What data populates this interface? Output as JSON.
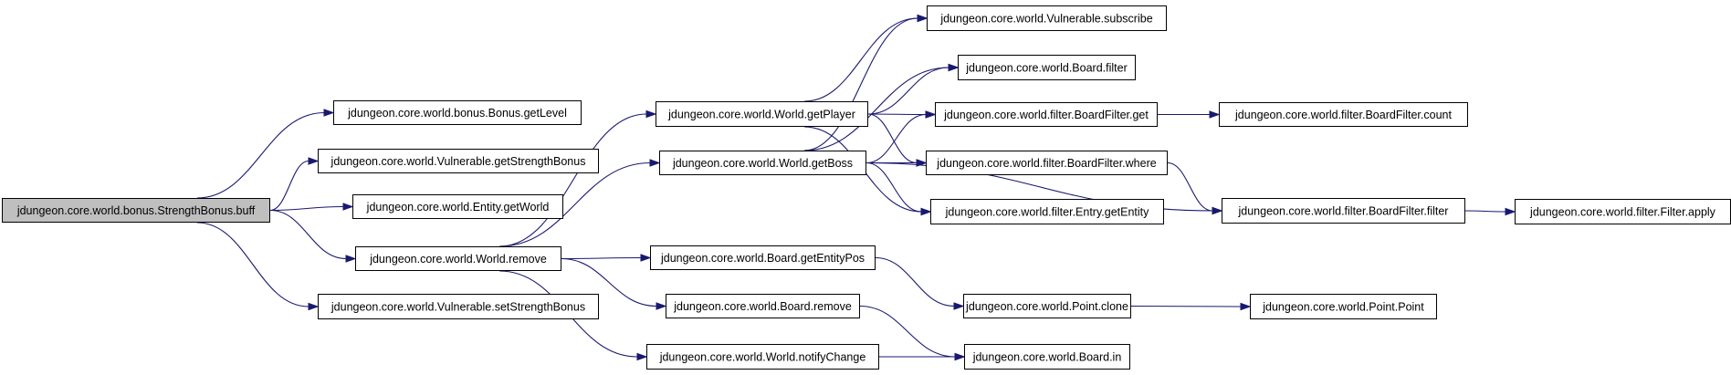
{
  "colors": {
    "node_fill": "#ffffff",
    "root_fill": "#bfbfbf",
    "border": "#000000",
    "edge": "#191970"
  },
  "nodes": [
    {
      "id": "root",
      "label": "jdungeon.core.world.bonus.StrengthBonus.buff",
      "root": true
    },
    {
      "id": "getLevel",
      "label": "jdungeon.core.world.bonus.Bonus.getLevel"
    },
    {
      "id": "getStrengthBonus",
      "label": "jdungeon.core.world.Vulnerable.getStrengthBonus"
    },
    {
      "id": "getWorld",
      "label": "jdungeon.core.world.Entity.getWorld"
    },
    {
      "id": "worldRemove",
      "label": "jdungeon.core.world.World.remove"
    },
    {
      "id": "setStrengthBonus",
      "label": "jdungeon.core.world.Vulnerable.setStrengthBonus"
    },
    {
      "id": "getPlayer",
      "label": "jdungeon.core.world.World.getPlayer"
    },
    {
      "id": "getBoss",
      "label": "jdungeon.core.world.World.getBoss"
    },
    {
      "id": "getEntityPos",
      "label": "jdungeon.core.world.Board.getEntityPos"
    },
    {
      "id": "boardRemove",
      "label": "jdungeon.core.world.Board.remove"
    },
    {
      "id": "notifyChange",
      "label": "jdungeon.core.world.World.notifyChange"
    },
    {
      "id": "subscribe",
      "label": "jdungeon.core.world.Vulnerable.subscribe"
    },
    {
      "id": "boardFilter",
      "label": "jdungeon.core.world.Board.filter"
    },
    {
      "id": "bfGet",
      "label": "jdungeon.core.world.filter.BoardFilter.get"
    },
    {
      "id": "bfWhere",
      "label": "jdungeon.core.world.filter.BoardFilter.where"
    },
    {
      "id": "entryGetEntity",
      "label": "jdungeon.core.world.filter.Entry.getEntity"
    },
    {
      "id": "pointClone",
      "label": "jdungeon.core.world.Point.clone"
    },
    {
      "id": "boardIn",
      "label": "jdungeon.core.world.Board.in"
    },
    {
      "id": "bfCount",
      "label": "jdungeon.core.world.filter.BoardFilter.count"
    },
    {
      "id": "bfFilter",
      "label": "jdungeon.core.world.filter.BoardFilter.filter"
    },
    {
      "id": "pointPoint",
      "label": "jdungeon.core.world.Point.Point"
    },
    {
      "id": "filterApply",
      "label": "jdungeon.core.world.filter.Filter.apply"
    }
  ],
  "edges": [
    [
      "root",
      "getLevel"
    ],
    [
      "root",
      "getStrengthBonus"
    ],
    [
      "root",
      "getWorld"
    ],
    [
      "root",
      "worldRemove"
    ],
    [
      "root",
      "setStrengthBonus"
    ],
    [
      "worldRemove",
      "getPlayer"
    ],
    [
      "worldRemove",
      "getBoss"
    ],
    [
      "worldRemove",
      "getEntityPos"
    ],
    [
      "worldRemove",
      "boardRemove"
    ],
    [
      "worldRemove",
      "notifyChange"
    ],
    [
      "getPlayer",
      "subscribe"
    ],
    [
      "getPlayer",
      "boardFilter"
    ],
    [
      "getPlayer",
      "bfGet"
    ],
    [
      "getPlayer",
      "bfWhere"
    ],
    [
      "getPlayer",
      "entryGetEntity"
    ],
    [
      "getBoss",
      "subscribe"
    ],
    [
      "getBoss",
      "boardFilter"
    ],
    [
      "getBoss",
      "bfGet"
    ],
    [
      "getBoss",
      "bfWhere"
    ],
    [
      "getBoss",
      "entryGetEntity"
    ],
    [
      "getBoss",
      "bfFilter"
    ],
    [
      "bfGet",
      "bfCount"
    ],
    [
      "bfWhere",
      "bfFilter"
    ],
    [
      "bfFilter",
      "filterApply"
    ],
    [
      "getEntityPos",
      "pointClone"
    ],
    [
      "pointClone",
      "pointPoint"
    ],
    [
      "boardRemove",
      "boardIn"
    ],
    [
      "notifyChange",
      "boardIn"
    ]
  ]
}
